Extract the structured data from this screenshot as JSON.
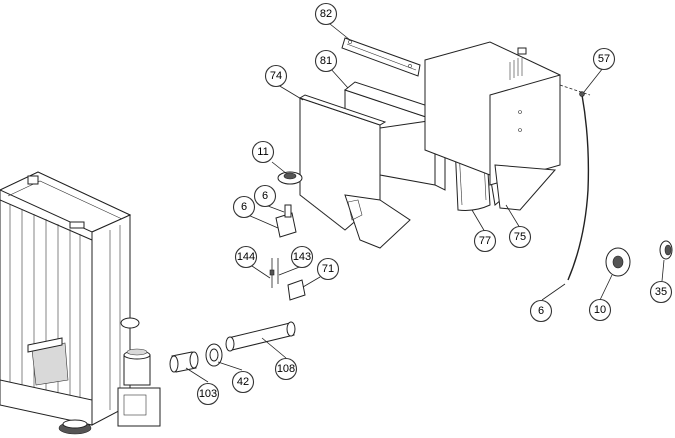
{
  "diagram": {
    "callouts": {
      "c82": "82",
      "c81": "81",
      "c74": "74",
      "c57": "57",
      "c11": "11",
      "c6a": "6",
      "c6b": "6",
      "c144": "144",
      "c143": "143",
      "c71": "71",
      "c77": "77",
      "c75": "75",
      "c6c": "6",
      "c10": "10",
      "c35": "35",
      "c108": "108",
      "c42": "42",
      "c103": "103"
    }
  }
}
